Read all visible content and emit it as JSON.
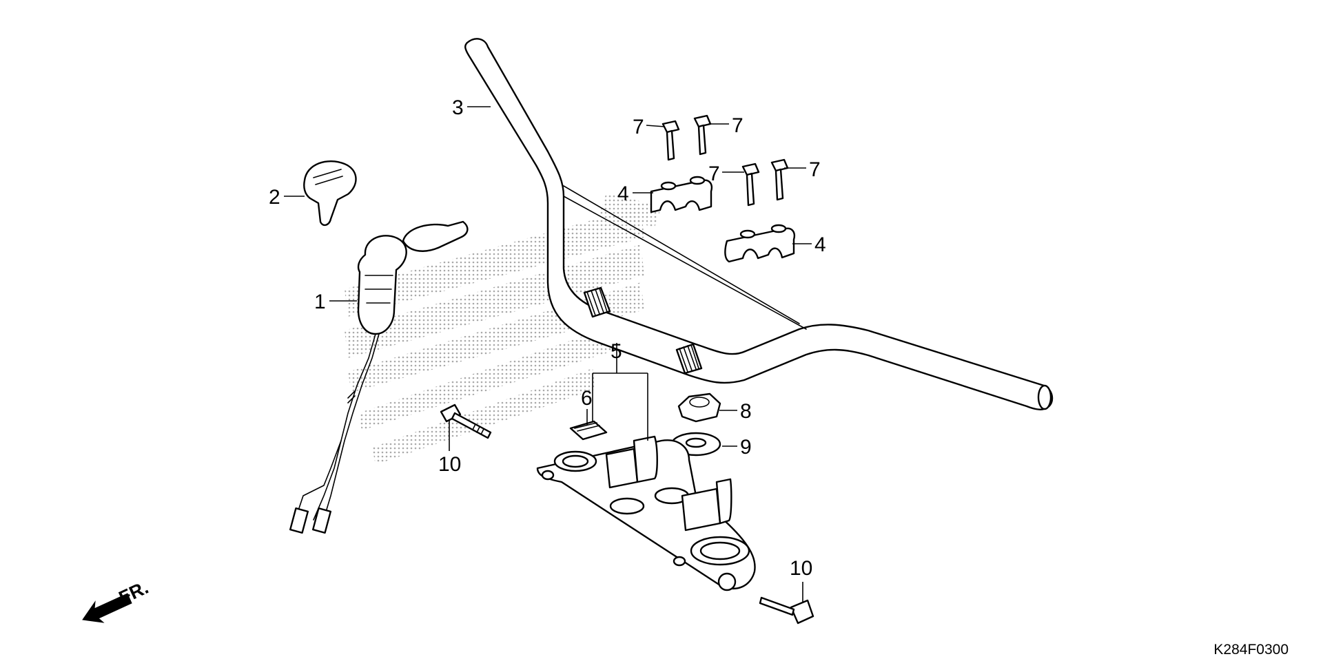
{
  "diagram_code": "K284F0300",
  "front_indicator": "FR.",
  "callouts": [
    {
      "id": "c1",
      "number": "1"
    },
    {
      "id": "c2",
      "number": "2"
    },
    {
      "id": "c3",
      "number": "3"
    },
    {
      "id": "c4a",
      "number": "4"
    },
    {
      "id": "c4b",
      "number": "4"
    },
    {
      "id": "c5",
      "number": "5"
    },
    {
      "id": "c6",
      "number": "6"
    },
    {
      "id": "c7a",
      "number": "7"
    },
    {
      "id": "c7b",
      "number": "7"
    },
    {
      "id": "c7c",
      "number": "7"
    },
    {
      "id": "c7d",
      "number": "7"
    },
    {
      "id": "c8",
      "number": "8"
    },
    {
      "id": "c9",
      "number": "9"
    },
    {
      "id": "c10a",
      "number": "10"
    },
    {
      "id": "c10b",
      "number": "10"
    }
  ],
  "colors": {
    "line": "#000000",
    "background": "#ffffff",
    "watermark_dots": "#9a9a9a"
  }
}
